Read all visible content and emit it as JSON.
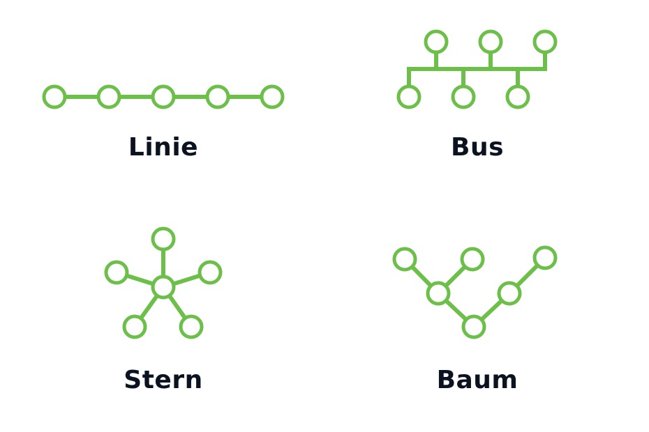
{
  "colors": {
    "accent": "#6cc04a",
    "label": "#0b1220",
    "background": "#ffffff"
  },
  "topologies": [
    {
      "id": "linie",
      "label": "Linie"
    },
    {
      "id": "bus",
      "label": "Bus"
    },
    {
      "id": "stern",
      "label": "Stern"
    },
    {
      "id": "baum",
      "label": "Baum"
    }
  ]
}
